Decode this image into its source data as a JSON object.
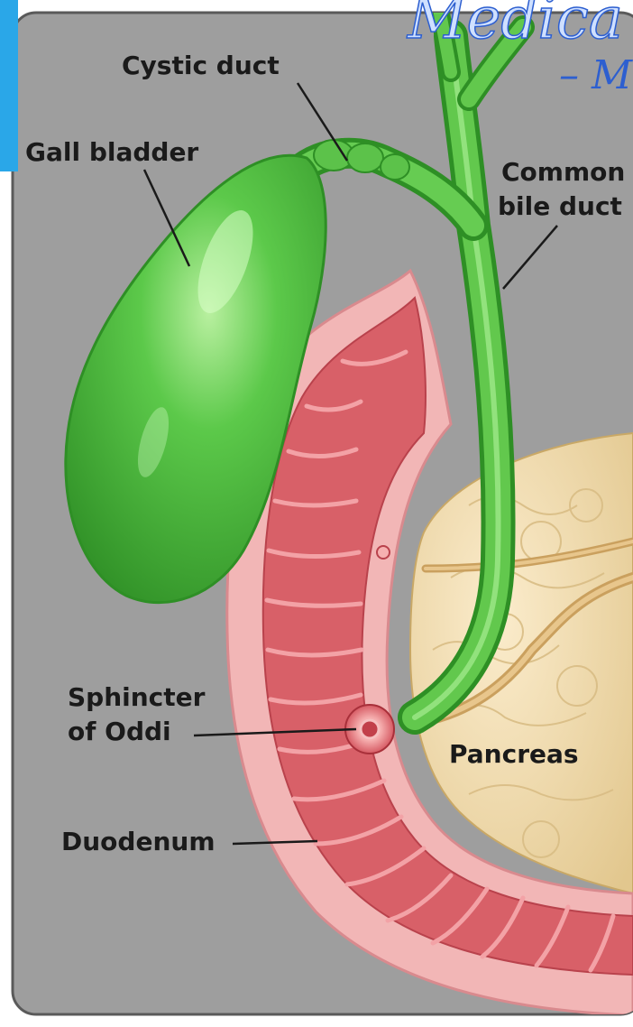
{
  "watermark": {
    "line1": "Medica",
    "line2": "– M"
  },
  "labels": {
    "cystic_duct": "Cystic duct",
    "gall_bladder": "Gall bladder",
    "common_bile_duct_line1": "Common",
    "common_bile_duct_line2": "bile duct",
    "sphincter_line1": "Sphincter",
    "sphincter_line2": "of Oddi",
    "pancreas": "Pancreas",
    "duodenum": "Duodenum"
  },
  "colors": {
    "background": "#9e9e9e",
    "border": "#5a5a5a",
    "accent_strip": "#2aa7e8",
    "gall_bladder": "#48b83a",
    "bile_duct": "#4fbf3d",
    "duodenum_outer": "#f2b6b6",
    "duodenum_mucosa": "#d86068",
    "pancreas": "#f3dfb4",
    "pancreatic_duct": "#d6b072"
  }
}
